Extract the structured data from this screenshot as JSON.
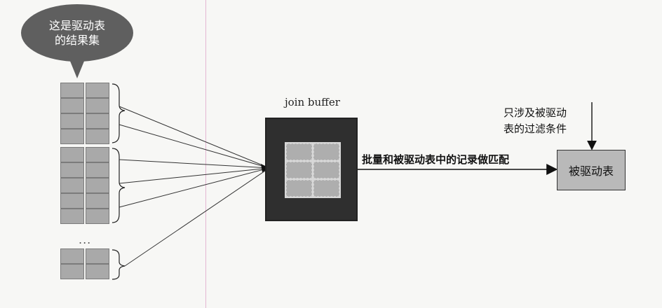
{
  "driver_bubble": {
    "line1": "这是驱动表",
    "line2": "的结果集"
  },
  "ellipsis": "...",
  "join_buffer": {
    "label": "join buffer"
  },
  "match_arrow_label": "批量和被驱动表中的记录做匹配",
  "filter_note": {
    "line1": "只涉及被驱动",
    "line2": "表的过滤条件"
  },
  "driven_table_label": "被驱动表"
}
